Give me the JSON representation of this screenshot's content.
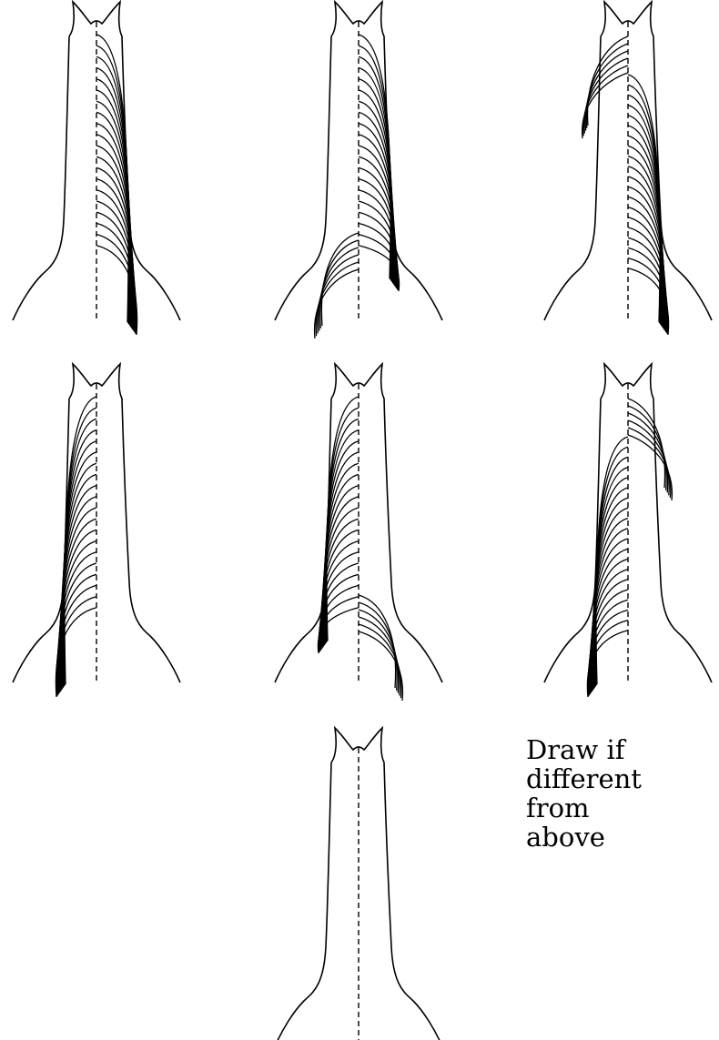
{
  "colors": {
    "stroke": "#000000",
    "background": "#ffffff"
  },
  "panels": [
    {
      "id": "right-full",
      "mane": [
        "right-full"
      ]
    },
    {
      "id": "right-split",
      "mane": [
        "right-upper",
        "left-lower"
      ]
    },
    {
      "id": "right-forelock",
      "mane": [
        "right-from-mid",
        "left-forelock"
      ]
    },
    {
      "id": "left-full",
      "mane": [
        "left-full"
      ]
    },
    {
      "id": "left-split",
      "mane": [
        "left-upper",
        "right-lower"
      ]
    },
    {
      "id": "left-forelock",
      "mane": [
        "left-from-mid",
        "right-forelock"
      ]
    },
    {
      "id": "blank",
      "mane": []
    }
  ],
  "prompt": {
    "lines": [
      "Draw if",
      "different",
      "from",
      "above"
    ]
  }
}
